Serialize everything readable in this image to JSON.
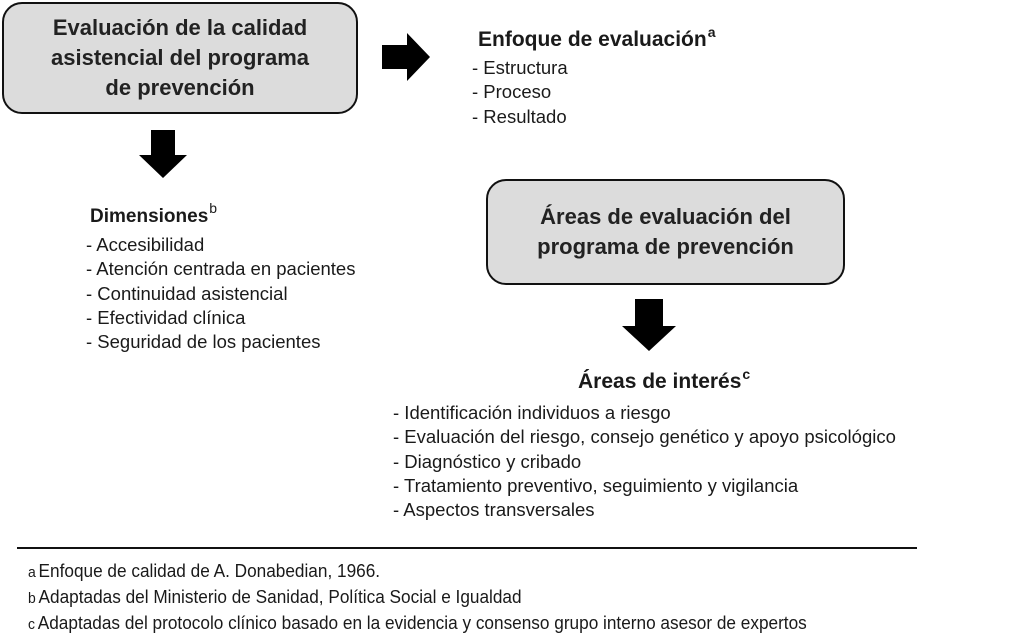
{
  "main_box": {
    "line1": "Evaluación de la calidad",
    "line2": "asistencial del programa",
    "line3": "de prevención"
  },
  "enfoque": {
    "title": "Enfoque de evaluación",
    "mark": "a",
    "items": [
      "- Estructura",
      "- Proceso",
      "- Resultado"
    ]
  },
  "dimensiones": {
    "title": "Dimensiones",
    "mark": "b",
    "items": [
      "- Accesibilidad",
      "- Atención centrada en pacientes",
      "- Continuidad asistencial",
      "- Efectividad clínica",
      "- Seguridad de los pacientes"
    ]
  },
  "areas_box": {
    "line1": "Áreas de evaluación del",
    "line2": "programa de prevención"
  },
  "interes": {
    "title": "Áreas de interés",
    "mark": "c",
    "items": [
      "- Identificación individuos a riesgo",
      "- Evaluación del riesgo, consejo genético y apoyo psicológico",
      "- Diagnóstico y cribado",
      "- Tratamiento preventivo, seguimiento y vigilancia",
      "- Aspectos transversales"
    ]
  },
  "footnotes": [
    {
      "mark": "a",
      "text": "Enfoque de calidad de A. Donabedian, 1966."
    },
    {
      "mark": "b",
      "text": "Adaptadas del Ministerio de Sanidad, Política Social e Igualdad"
    },
    {
      "mark": "c",
      "text": "Adaptadas del protocolo clínico basado en la evidencia y consenso grupo interno asesor de expertos"
    }
  ]
}
